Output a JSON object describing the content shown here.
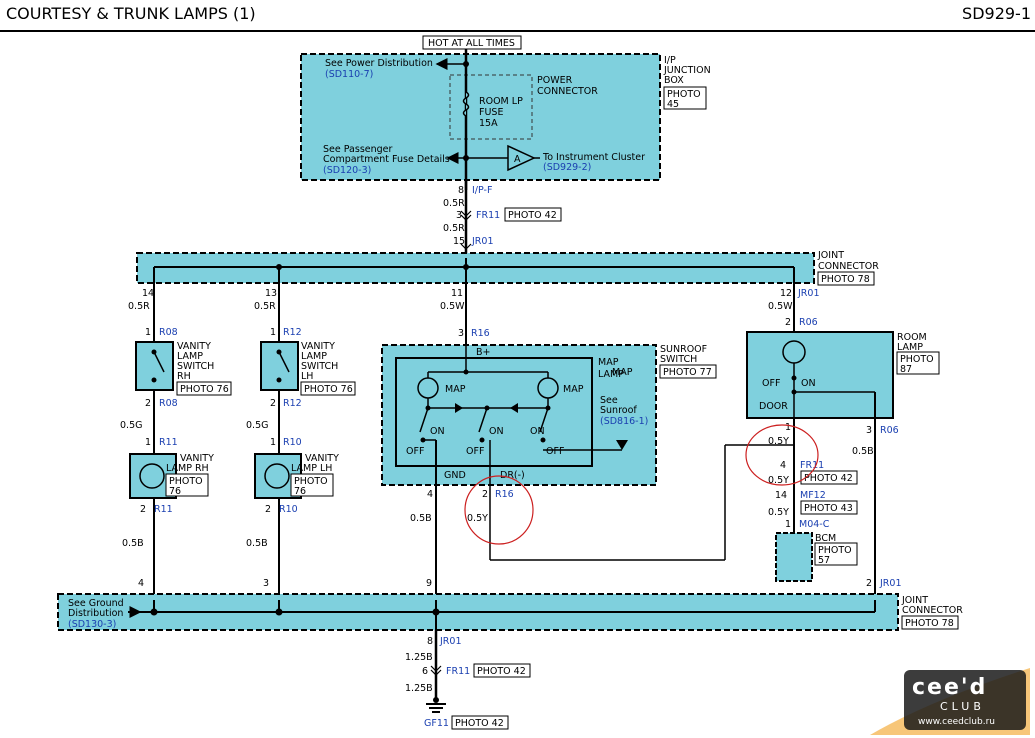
{
  "header": {
    "title": "COURTESY & TRUNK LAMPS (1)",
    "code": "SD929-1"
  },
  "hot_at_all_times": "HOT AT ALL TIMES",
  "junction_box": {
    "label": "I/P\nJUNCTION\nBOX",
    "photo": "PHOTO\n45",
    "power_dist_ref": "See Power Distribution",
    "power_dist_code": "(SD110-7)",
    "power_connector": "POWER\nCONNECTOR",
    "fuse": "ROOM LP\nFUSE\n15A",
    "passenger_ref": "See Passenger\nCompartment Fuse Details",
    "passenger_code": "(SD120-3)",
    "instrument_ref": "To Instrument Cluster",
    "instrument_code": "(SD929-2)",
    "marker": "A"
  },
  "main_feed": {
    "pin_8": "8",
    "ipf": "I/P-F",
    "wire_1": "0.5R",
    "pin_3": "3",
    "fr11": "FR11",
    "fr11_photo": "PHOTO 42",
    "wire_2": "0.5R",
    "pin_15": "15",
    "jr01": "JR01"
  },
  "joint_connector_top": {
    "label": "JOINT\nCONNECTOR",
    "photo": "PHOTO 78"
  },
  "vanity_rh": {
    "pin_14": "14",
    "wire_1": "0.5R",
    "pin_1": "1",
    "conn": "R08",
    "switch_label": "VANITY\nLAMP\nSWITCH\nRH",
    "switch_photo": "PHOTO 76",
    "pin_2": "2",
    "conn_2": "R08",
    "wire_2": "0.5G",
    "pin_1b": "1",
    "conn_3": "R11",
    "lamp_label": "VANITY\nLAMP RH",
    "lamp_photo": "PHOTO\n76",
    "pin_2b": "2",
    "conn_4": "R11",
    "wire_3": "0.5B",
    "pin_4": "4"
  },
  "vanity_lh": {
    "pin_13": "13",
    "wire_1": "0.5R",
    "pin_1": "1",
    "conn": "R12",
    "switch_label": "VANITY\nLAMP\nSWITCH\nLH",
    "switch_photo": "PHOTO 76",
    "pin_2": "2",
    "conn_2": "R12",
    "wire_2": "0.5G",
    "pin_1b": "1",
    "conn_3": "R10",
    "lamp_label": "VANITY\nLAMP LH",
    "lamp_photo": "PHOTO\n76",
    "pin_2b": "2",
    "conn_4": "R10",
    "wire_3": "0.5B",
    "pin_3": "3"
  },
  "sunroof": {
    "pin_11": "11",
    "wire_1": "0.5W",
    "pin_3": "3",
    "conn": "R16",
    "bplus": "B+",
    "switch_label": "SUNROOF\nSWITCH",
    "switch_photo": "PHOTO 77",
    "map_lamp": "MAP\nLAMP",
    "map_left": "MAP",
    "map_right": "MAP",
    "see_sunroof": "See\nSunroof",
    "see_sunroof_code": "(SD816-1)",
    "on_1": "ON",
    "off_1": "OFF",
    "on_2": "ON",
    "off_2": "OFF",
    "on_3": "ON",
    "off_3": "OFF",
    "gnd": "GND",
    "dr": "DR(-)",
    "pin_4": "4",
    "wire_gnd": "0.5B",
    "pin_2": "2",
    "conn_2": "R16",
    "wire_dr": "0.5Y",
    "pin_9": "9"
  },
  "room_lamp": {
    "pin_12": "12",
    "jr01": "JR01",
    "wire_1": "0.5W",
    "pin_2": "2",
    "conn": "R06",
    "label": "ROOM\nLAMP",
    "photo": "PHOTO\n87",
    "off": "OFF",
    "on": "ON",
    "door": "DOOR",
    "pin_1": "1",
    "wire_y1": "0.5Y",
    "pin_4": "4",
    "fr11": "FR11",
    "fr11_photo": "PHOTO 42",
    "wire_y2": "0.5Y",
    "pin_14": "14",
    "mf12": "MF12",
    "mf12_photo": "PHOTO 43",
    "wire_y3": "0.5Y",
    "pin_1b": "1",
    "m04c": "M04-C",
    "bcm": "BCM",
    "bcm_photo": "PHOTO\n57",
    "pin_3": "3",
    "conn_r06": "R06",
    "wire_b": "0.5B",
    "pin_2b": "2",
    "jr01b": "JR01"
  },
  "joint_connector_bottom": {
    "ground_ref": "See Ground\nDistribution",
    "ground_code": "(SD130-3)",
    "label": "JOINT\nCONNECTOR",
    "photo": "PHOTO 78"
  },
  "ground_feed": {
    "pin_8": "8",
    "jr01": "JR01",
    "wire_1": "1.25B",
    "pin_6": "6",
    "fr11": "FR11",
    "fr11_photo": "PHOTO 42",
    "wire_2": "1.25B",
    "gf11": "GF11",
    "gf11_photo": "PHOTO 42"
  },
  "watermark": {
    "brand": "cee'd",
    "club": "CLUB",
    "url": "www.ceedclub.ru"
  },
  "colors": {
    "fill": "#7fd0dd",
    "blue_text": "#1a3fb0",
    "highlight": "#cc2020"
  }
}
